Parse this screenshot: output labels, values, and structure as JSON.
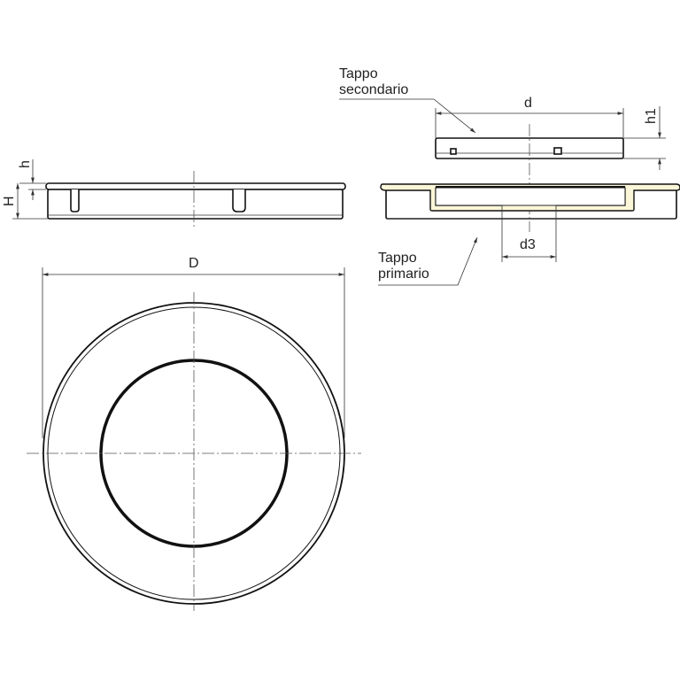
{
  "labels": {
    "secondary_cap": [
      "Tappo",
      "secondario"
    ],
    "primary_cap": [
      "Tappo",
      "primario"
    ],
    "dim_D": "D",
    "dim_d": "d",
    "dim_d3": "d3",
    "dim_h": "h",
    "dim_H": "H",
    "dim_h1": "h1"
  },
  "colors": {
    "fill_primary": "#fbf6d8",
    "line": "#111111"
  }
}
